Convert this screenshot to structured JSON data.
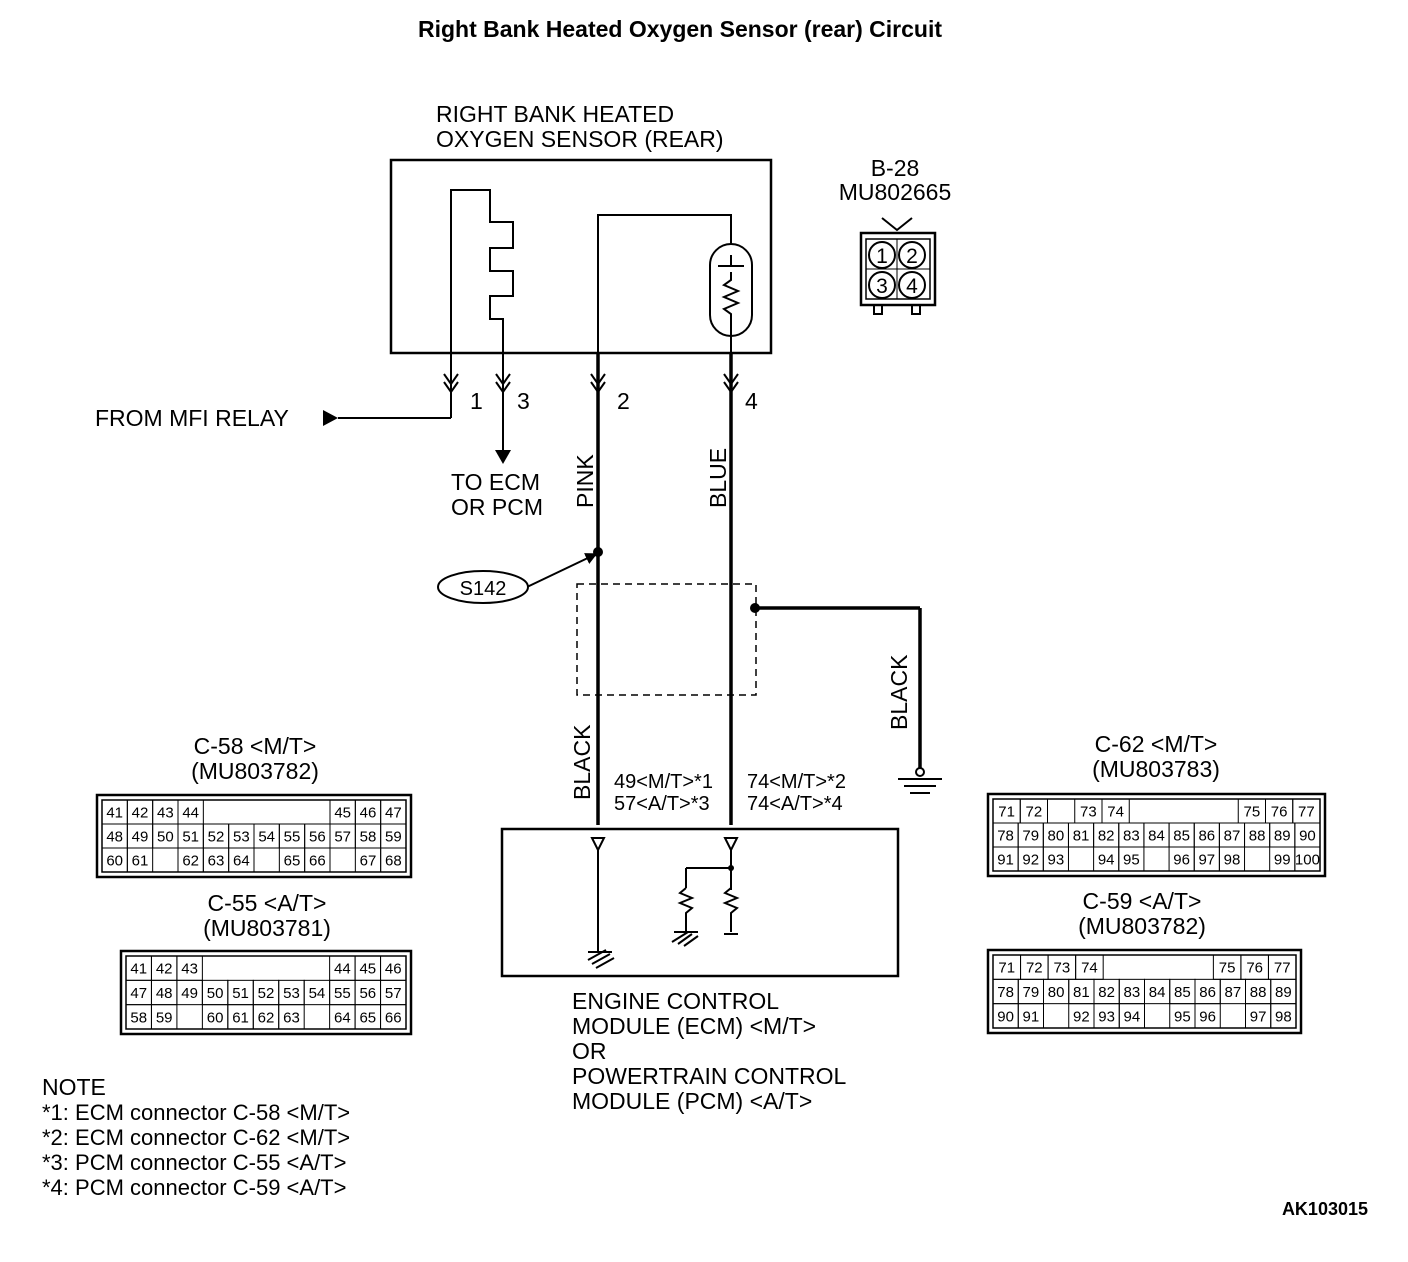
{
  "title": "Right Bank Heated Oxygen Sensor (rear) Circuit",
  "sensor": {
    "label_line1": "RIGHT BANK HEATED",
    "label_line2": "OXYGEN SENSOR (REAR)"
  },
  "sensor_connector": {
    "id": "B-28",
    "part": "MU802665",
    "pins": [
      "1",
      "2",
      "3",
      "4"
    ]
  },
  "sensor_pins": [
    "1",
    "3",
    "2",
    "4"
  ],
  "from_relay": "FROM MFI RELAY",
  "to_ecm_line1": "TO ECM",
  "to_ecm_line2": "OR PCM",
  "wire_colors": {
    "pin2": "PINK",
    "pin4": "BLUE",
    "lower_left": "BLACK",
    "ground": "BLACK"
  },
  "splice": "S142",
  "ecm_pins": {
    "left_line1": "49<M/T>*1",
    "left_line2": "57<A/T>*3",
    "right_line1": "74<M/T>*2",
    "right_line2": "74<A/T>*4"
  },
  "ecm": {
    "line1": "ENGINE CONTROL",
    "line2": "MODULE (ECM) <M/T>",
    "line3": "OR",
    "line4": "POWERTRAIN CONTROL",
    "line5": "MODULE (PCM) <A/T>"
  },
  "connectors": [
    {
      "name": "C-58 <M/T>",
      "part": "(MU803782)",
      "rows": [
        [
          "41",
          "42",
          "43",
          "44",
          "",
          "",
          "",
          "",
          "",
          "45",
          "46",
          "47"
        ],
        [
          "48",
          "49",
          "50",
          "51",
          "52",
          "53",
          "54",
          "55",
          "56",
          "57",
          "58",
          "59"
        ],
        [
          "60",
          "61",
          "",
          "62",
          "63",
          "64",
          "",
          "65",
          "66",
          "",
          "67",
          "68"
        ]
      ]
    },
    {
      "name": "C-55 <A/T>",
      "part": "(MU803781)",
      "rows": [
        [
          "41",
          "42",
          "43",
          "",
          "",
          "",
          "",
          "",
          "44",
          "45",
          "46"
        ],
        [
          "47",
          "48",
          "49",
          "50",
          "51",
          "52",
          "53",
          "54",
          "55",
          "56",
          "57"
        ],
        [
          "58",
          "59",
          "",
          "60",
          "61",
          "62",
          "63",
          "",
          "64",
          "65",
          "66"
        ]
      ]
    },
    {
      "name": "C-62 <M/T>",
      "part": "(MU803783)",
      "rows": [
        [
          "71",
          "72",
          "",
          "73",
          "74",
          "",
          "",
          "",
          "",
          "75",
          "76",
          "77"
        ],
        [
          "78",
          "79",
          "80",
          "81",
          "82",
          "83",
          "84",
          "85",
          "86",
          "87",
          "88",
          "89",
          "90"
        ],
        [
          "91",
          "92",
          "93",
          "",
          "94",
          "95",
          "",
          "96",
          "97",
          "98",
          "",
          "99",
          "100"
        ]
      ]
    },
    {
      "name": "C-59 <A/T>",
      "part": "(MU803782)",
      "rows": [
        [
          "71",
          "72",
          "73",
          "74",
          "",
          "",
          "",
          "",
          "75",
          "76",
          "77"
        ],
        [
          "78",
          "79",
          "80",
          "81",
          "82",
          "83",
          "84",
          "85",
          "86",
          "87",
          "88",
          "89"
        ],
        [
          "90",
          "91",
          "",
          "92",
          "93",
          "94",
          "",
          "95",
          "96",
          "",
          "97",
          "98"
        ]
      ]
    }
  ],
  "notes": {
    "heading": "NOTE",
    "items": [
      "*1: ECM connector C-58 <M/T>",
      "*2: ECM connector C-62 <M/T>",
      "*3: PCM connector C-55 <A/T>",
      "*4: PCM connector C-59 <A/T>"
    ]
  },
  "figure_id": "AK103015"
}
